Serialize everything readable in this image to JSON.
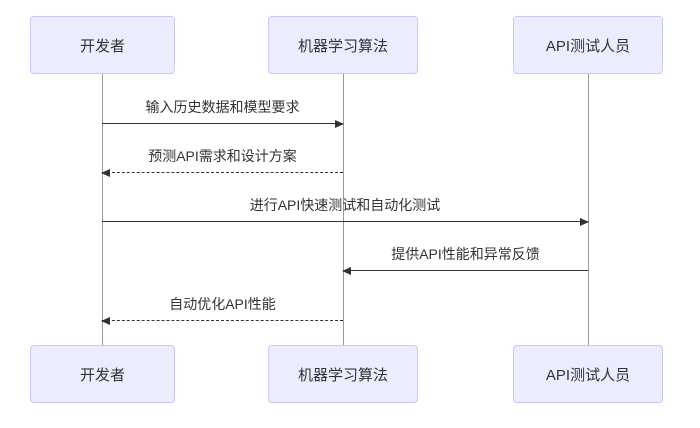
{
  "diagram": {
    "type": "sequence-diagram",
    "actors": [
      {
        "name": "开发者"
      },
      {
        "name": "机器学习算法"
      },
      {
        "name": "API测试人员"
      }
    ],
    "messages": [
      {
        "text": "输入历史数据和模型要求",
        "from": "开发者",
        "to": "机器学习算法",
        "line": "solid",
        "direction": "right"
      },
      {
        "text": "预测API需求和设计方案",
        "from": "机器学习算法",
        "to": "开发者",
        "line": "dashed",
        "direction": "left"
      },
      {
        "text": "进行API快速测试和自动化测试",
        "from": "开发者",
        "to": "API测试人员",
        "line": "solid",
        "direction": "right"
      },
      {
        "text": "提供API性能和异常反馈",
        "from": "API测试人员",
        "to": "机器学习算法",
        "line": "solid",
        "direction": "left"
      },
      {
        "text": "自动优化API性能",
        "from": "机器学习算法",
        "to": "开发者",
        "line": "dashed",
        "direction": "left"
      }
    ],
    "colors": {
      "actor_fill": "#ECECFF",
      "actor_border": "#c8c8f0",
      "message_line": "#333333",
      "lifeline": "#999999",
      "text": "#333333"
    }
  }
}
